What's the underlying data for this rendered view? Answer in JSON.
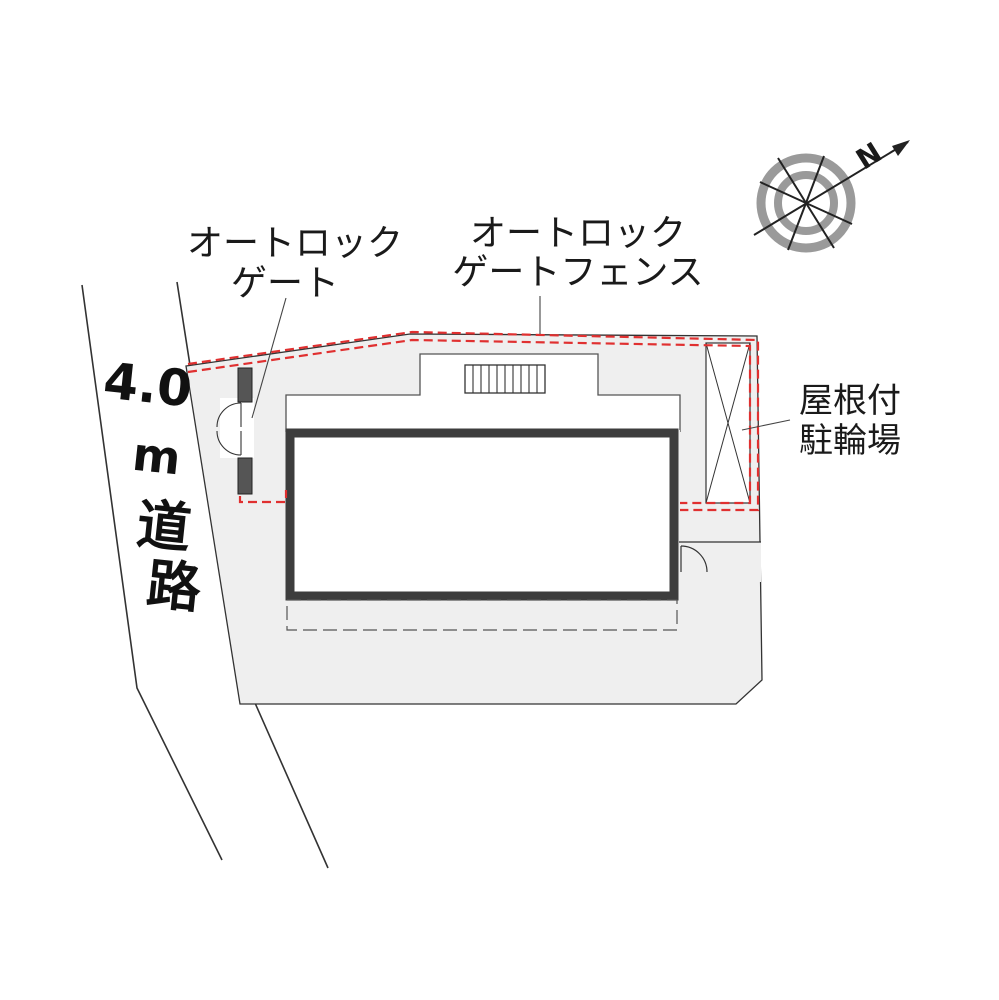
{
  "labels": {
    "gate_line1": "オートロック",
    "gate_line2": "ゲート",
    "fence_line1": "オートロック",
    "fence_line2": "ゲートフェンス",
    "parking_line1": "屋根付",
    "parking_line2": "駐輪場",
    "road_width": "4.0",
    "road_unit": "m",
    "road_char1": "道",
    "road_char2": "路",
    "north": "N"
  },
  "colors": {
    "fence": "#e03030",
    "site_fill": "#efefef",
    "line": "#333333",
    "building_border": "#3d3d3d"
  },
  "icons": {
    "compass": "north-arrow-compass-icon",
    "stairs": "stairs-icon",
    "gate_doors": "gate-doors-icon"
  }
}
